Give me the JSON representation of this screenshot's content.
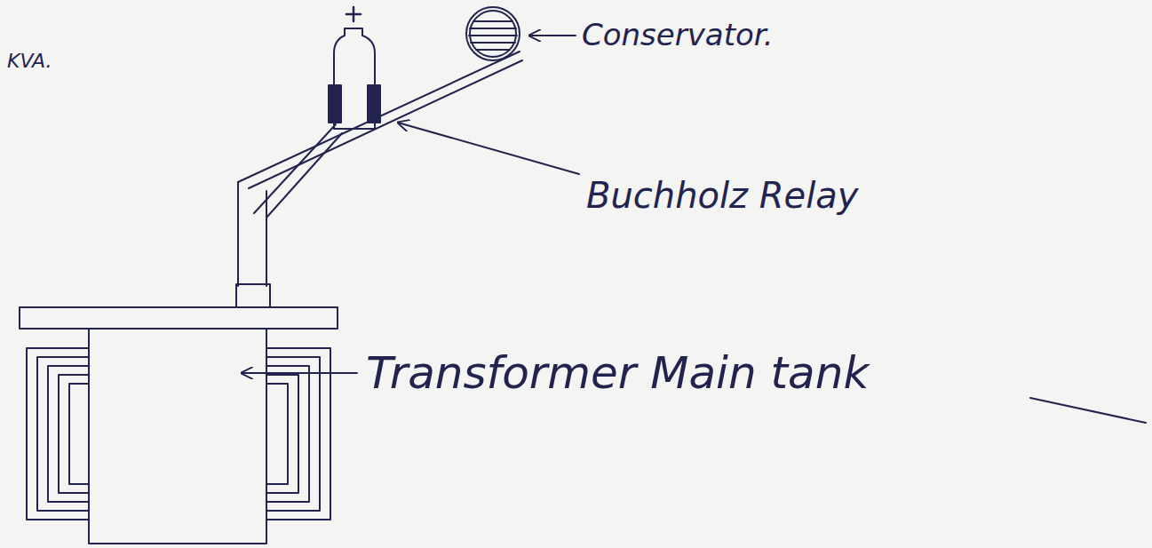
{
  "diagram": {
    "labels": [
      "KVA.",
      "Conservator.",
      "Buchholz Relay",
      "Transformer Main tank"
    ]
  }
}
